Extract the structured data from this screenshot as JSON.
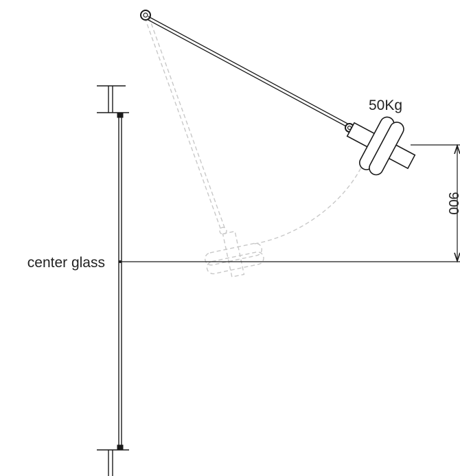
{
  "diagram": {
    "weight_label": "50Kg",
    "center_label": "center glass",
    "dimension_label": "900",
    "colors": {
      "line": "#1a1a1a",
      "ghost": "#c8c8c8",
      "background": "#ffffff"
    }
  }
}
